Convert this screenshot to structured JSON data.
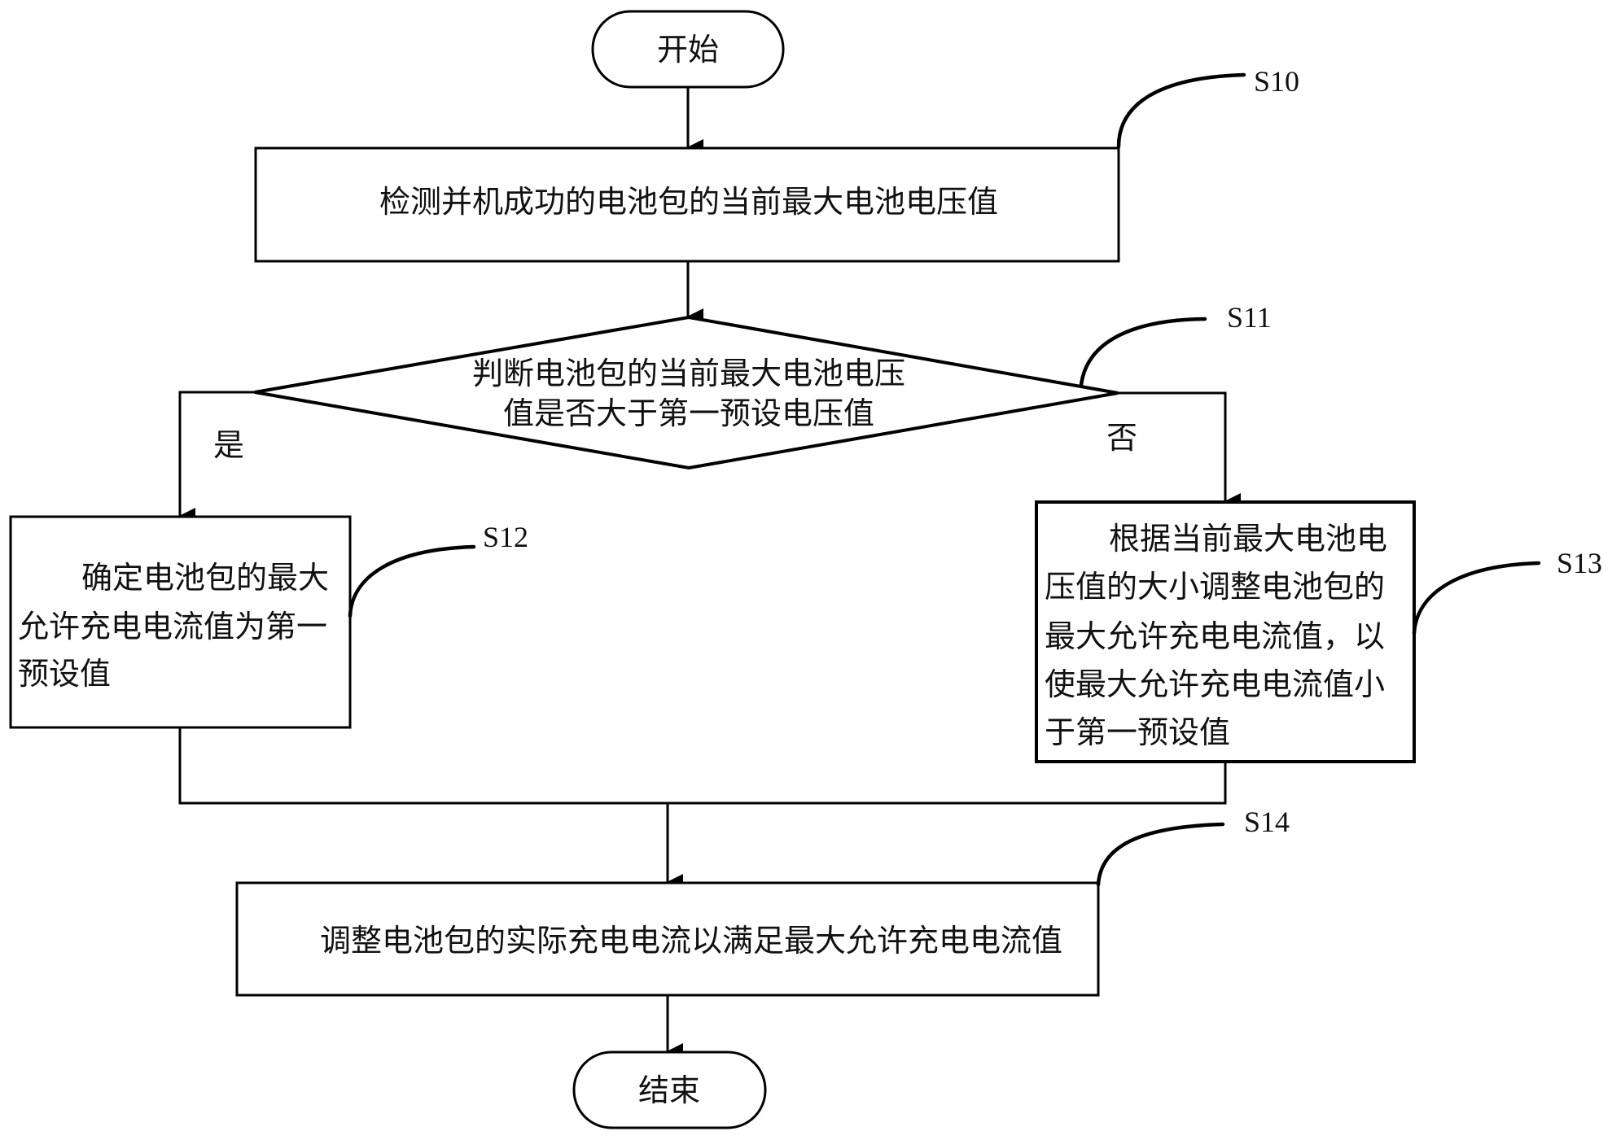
{
  "diagram": {
    "type": "flowchart",
    "colors": {
      "stroke": "#000000",
      "text": "#111111",
      "background": "#ffffff"
    },
    "start": {
      "label": "开始"
    },
    "end": {
      "label": "结束"
    },
    "steps": {
      "S10": {
        "id": "S10",
        "lines": [
          "检测并机成功的电池包的当前最大电池电压值"
        ]
      },
      "S11": {
        "id": "S11",
        "lines": [
          "判断电池包的当前最大电池电压",
          "值是否大于第一预设电压值"
        ]
      },
      "S12": {
        "id": "S12",
        "lines": [
          "确定电池包的最大",
          "允许充电电流值为第一",
          "预设值"
        ]
      },
      "S13": {
        "id": "S13",
        "lines": [
          "根据当前最大电池电",
          "压值的大小调整电池包的",
          "最大允许充电电流值，以",
          "使最大允许充电电流值小",
          "于第一预设值"
        ]
      },
      "S14": {
        "id": "S14",
        "lines": [
          "调整电池包的实际充电电流以满足最大允许充电电流值"
        ]
      }
    },
    "branches": {
      "yes": "是",
      "no": "否"
    },
    "edges": [
      {
        "from": "start",
        "to": "S10"
      },
      {
        "from": "S10",
        "to": "S11"
      },
      {
        "from": "S11",
        "to": "S12",
        "label": "是"
      },
      {
        "from": "S11",
        "to": "S13",
        "label": "否"
      },
      {
        "from": "S12",
        "to": "S14"
      },
      {
        "from": "S13",
        "to": "S14"
      },
      {
        "from": "S14",
        "to": "end"
      }
    ]
  }
}
